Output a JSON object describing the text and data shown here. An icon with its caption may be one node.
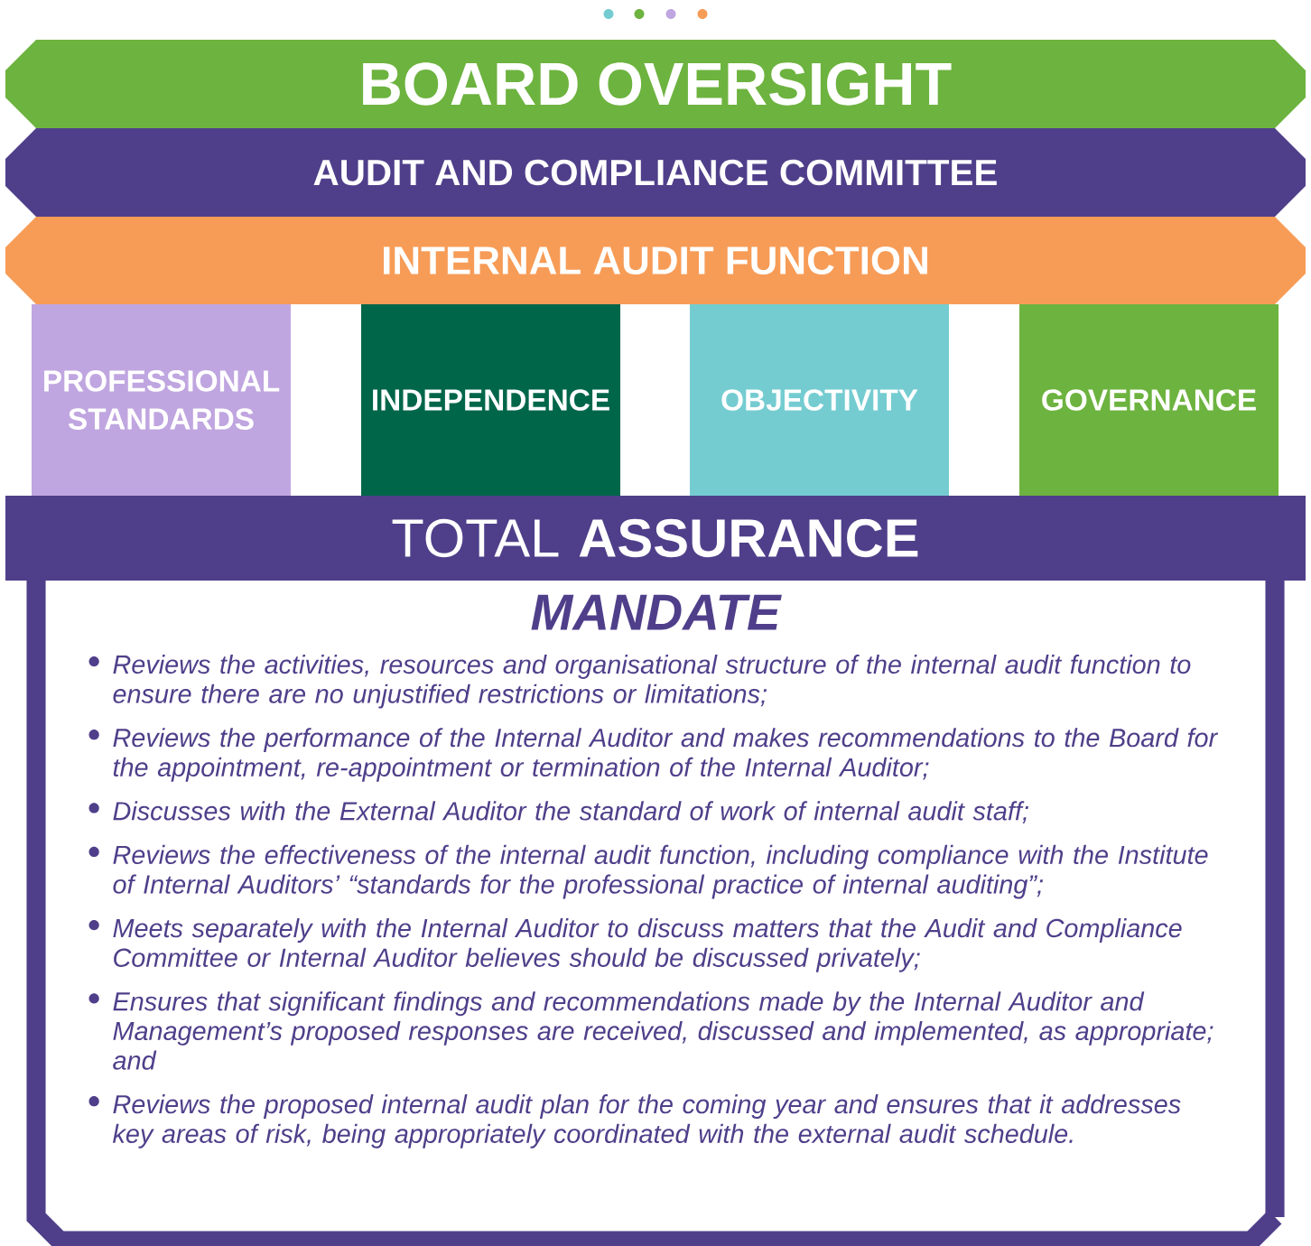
{
  "diagram": {
    "nodes": [
      {
        "text": [
          "BOARD OVERSIGHT"
        ]
      },
      {
        "text": [
          "AUDIT AND COMPLIANCE COMMITTEE"
        ]
      },
      {
        "text": [
          "INTERNAL AUDIT FUNCTION"
        ]
      },
      {
        "text": [
          "PROFESSIONAL STANDARDS"
        ]
      },
      {
        "text": [
          "INDEPENDENCE"
        ]
      },
      {
        "text": [
          "OBJECTIVITY"
        ]
      },
      {
        "text": [
          "GOVERNANCE"
        ]
      },
      {
        "text": [
          "TOTAL **ASSURANCE**"
        ]
      },
      {
        "text": [
          "MANDATE",
          "Reviews the activities, resources and organisational structure of the internal audit function to ensure there are no unjustified restrictions or limitations;",
          "Reviews the performance of the Internal Auditor and makes recommendations to the Board for the appointment, re-appointment or termination of the Internal Auditor;",
          "Discusses with the External Auditor the standard of work of internal audit staff;",
          "Reviews the effectiveness of the internal audit function, including compliance with the Institute of Internal Auditors’ “standards for the professional practice of internal auditing”;",
          "Meets separately with the Internal Auditor to discuss matters that the Audit and Compliance Committee or Internal Auditor believes should be discussed privately;",
          "Ensures that significant findings and recommendations made by the Internal Auditor and Management’s proposed responses are received, discussed and implemented, as appropriate; and",
          "Reviews the proposed internal audit plan for the coming year and ensures that it addresses key areas of risk, being appropriately coordinated with the external audit schedule."
        ]
      }
    ],
    "edges": []
  }
}
